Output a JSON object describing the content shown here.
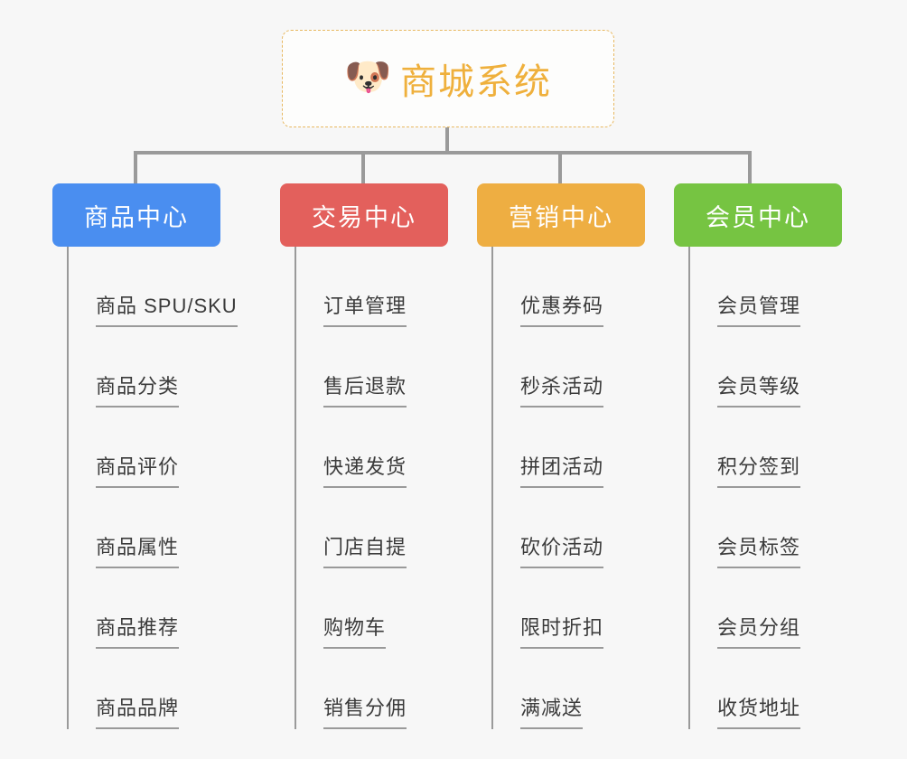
{
  "root": {
    "title": "商城系统",
    "icon": "shiba-dog-emoji",
    "emoji": "🐶",
    "border_color": "#e8b860",
    "text_color": "#efb03c"
  },
  "categories": [
    {
      "label": "商品中心",
      "color": "#4a8ef0",
      "items": [
        {
          "label": "商品 SPU/SKU"
        },
        {
          "label": "商品分类"
        },
        {
          "label": "商品评价"
        },
        {
          "label": "商品属性"
        },
        {
          "label": "商品推荐"
        },
        {
          "label": "商品品牌"
        }
      ]
    },
    {
      "label": "交易中心",
      "color": "#e3605c",
      "items": [
        {
          "label": "订单管理"
        },
        {
          "label": "售后退款"
        },
        {
          "label": "快递发货"
        },
        {
          "label": "门店自提"
        },
        {
          "label": "购物车"
        },
        {
          "label": "销售分佣"
        }
      ]
    },
    {
      "label": "营销中心",
      "color": "#eeae42",
      "items": [
        {
          "label": "优惠券码"
        },
        {
          "label": "秒杀活动"
        },
        {
          "label": "拼团活动"
        },
        {
          "label": "砍价活动"
        },
        {
          "label": "限时折扣"
        },
        {
          "label": "满减送"
        }
      ]
    },
    {
      "label": "会员中心",
      "color": "#76c442",
      "items": [
        {
          "label": "会员管理"
        },
        {
          "label": "会员等级"
        },
        {
          "label": "积分签到"
        },
        {
          "label": "会员标签"
        },
        {
          "label": "会员分组"
        },
        {
          "label": "收货地址"
        }
      ]
    }
  ],
  "theme": {
    "background": "#f7f7f7",
    "line_color": "#9a9a9a",
    "leaf_text_color": "#3b3b3b"
  }
}
